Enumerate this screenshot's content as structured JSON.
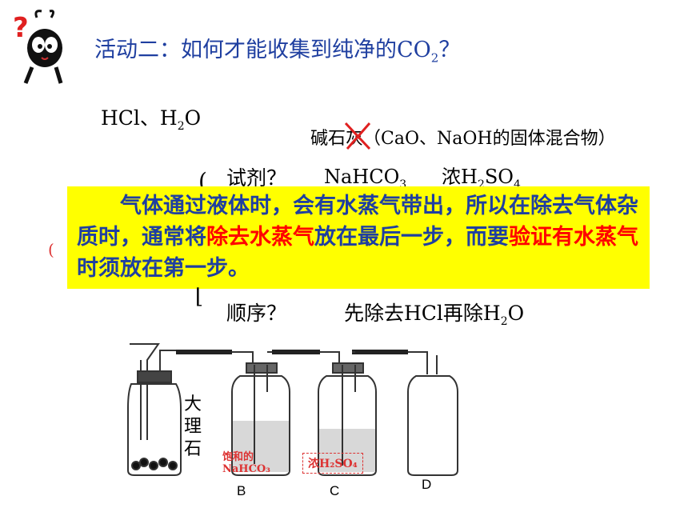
{
  "title": {
    "main": "活动二：如何才能收集到纯净的CO",
    "sub": "2",
    "end": "？"
  },
  "impurities": {
    "a": "HCl、H",
    "sub": "2",
    "b": "O"
  },
  "soda_lime": "碱石灰（CaO、NaOH的固体混合物）",
  "reagent": {
    "label": "试剂？",
    "nahco3_main": "NaHCO",
    "nahco3_sub": "3",
    "h2so4_a": "浓H",
    "h2so4_sub1": "2",
    "h2so4_b": "SO",
    "h2so4_sub2": "4"
  },
  "fragment": "(",
  "note": {
    "p1": "气体通过液体时，会有水蒸气带出，所以在除去气体杂质时，通常将",
    "h1": "除去水蒸气",
    "p2": "放在最后一步，而要",
    "h2": "验证有水蒸气",
    "p3": "时须放在第一步。"
  },
  "order": {
    "label": "顺序？",
    "answer_a": "先除去HCl再除H",
    "answer_sub": "2",
    "answer_b": "O"
  },
  "apparatus": {
    "marble": "大理石",
    "bottle_b_label_1": "饱和的",
    "bottle_b_label_2": "NaHCO₃",
    "bottle_c_label": "浓H₂SO₄",
    "letters": [
      "B",
      "C",
      "D"
    ]
  },
  "colors": {
    "title": "#1f3fa0",
    "highlight": "#ffff00",
    "emphasis": "#ff0000"
  }
}
